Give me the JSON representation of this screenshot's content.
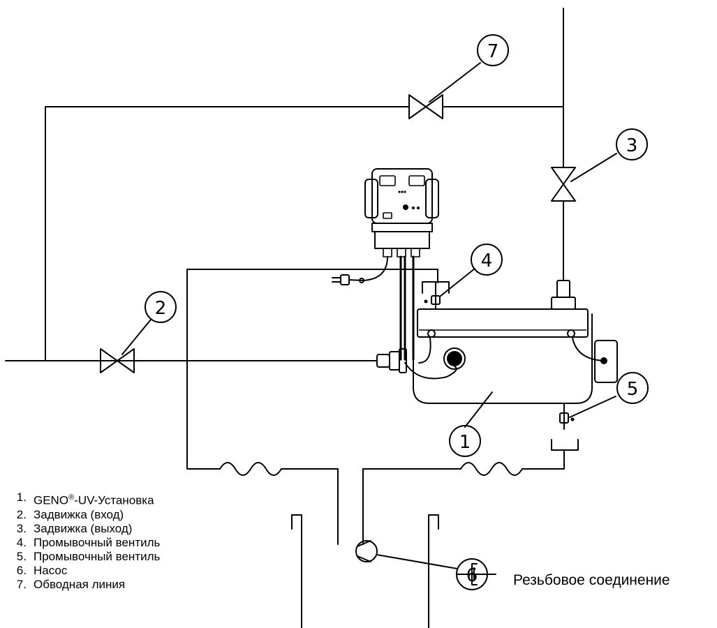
{
  "callouts": [
    "1",
    "2",
    "3",
    "4",
    "5",
    "6",
    "7"
  ],
  "legend": [
    {
      "num": "1",
      "before": "GENO",
      "sup": "®",
      "after": "-UV-Установка"
    },
    {
      "num": "2",
      "before": "Задвижка (вход)",
      "sup": "",
      "after": ""
    },
    {
      "num": "3",
      "before": "Задвижка (выход)",
      "sup": "",
      "after": ""
    },
    {
      "num": "4",
      "before": "Промывочный вентиль",
      "sup": "",
      "after": ""
    },
    {
      "num": "5",
      "before": "Промывочный вентиль",
      "sup": "",
      "after": ""
    },
    {
      "num": "6",
      "before": "Насос",
      "sup": "",
      "after": ""
    },
    {
      "num": "7",
      "before": "Обводная линия",
      "sup": "",
      "after": ""
    }
  ],
  "thread_symbol_label": "Резьбовое соединение",
  "colors": {
    "line": "#000000",
    "background": "#ffffff"
  }
}
